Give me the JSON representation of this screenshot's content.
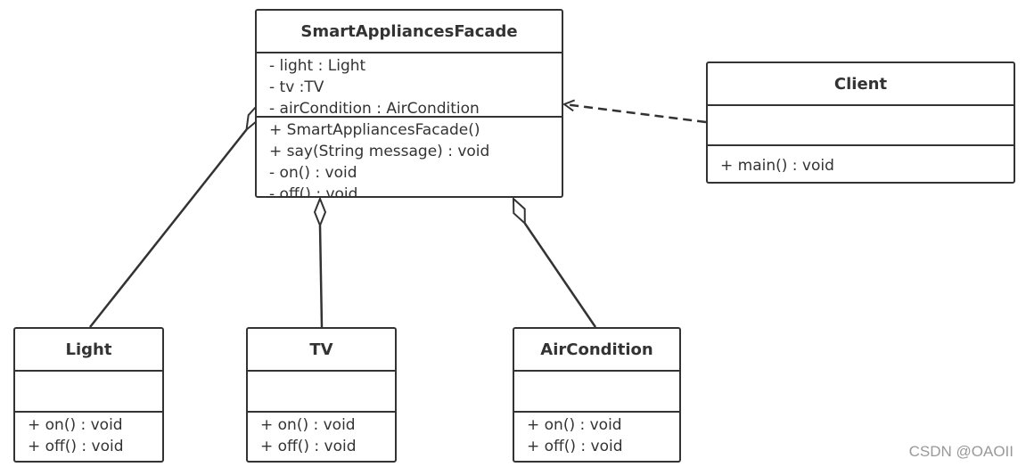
{
  "diagram": {
    "classes": [
      {
        "id": "facade",
        "name": "SmartAppliancesFacade",
        "attributes": [
          "- light : Light",
          "- tv :TV",
          "- airCondition : AirCondition"
        ],
        "methods": [
          "+ SmartAppliancesFacade()",
          "+ say(String message) : void",
          "- on() : void",
          "- off() : void"
        ]
      },
      {
        "id": "client",
        "name": "Client",
        "attributes": [],
        "methods": [
          "+ main() : void"
        ]
      },
      {
        "id": "light",
        "name": "Light",
        "attributes": [],
        "methods": [
          "+ on() : void",
          "+ off() : void"
        ]
      },
      {
        "id": "tv",
        "name": "TV",
        "attributes": [],
        "methods": [
          "+ on() : void",
          "+ off() : void"
        ]
      },
      {
        "id": "aircondition",
        "name": "AirCondition",
        "attributes": [],
        "methods": [
          "+ on() : void",
          "+ off() : void"
        ]
      }
    ],
    "relations": [
      {
        "type": "dependency",
        "from": "Client",
        "to": "SmartAppliancesFacade"
      },
      {
        "type": "aggregation",
        "whole": "SmartAppliancesFacade",
        "part": "Light"
      },
      {
        "type": "aggregation",
        "whole": "SmartAppliancesFacade",
        "part": "TV"
      },
      {
        "type": "aggregation",
        "whole": "SmartAppliancesFacade",
        "part": "AirCondition"
      }
    ],
    "line_color": "#333333"
  },
  "watermark": "CSDN @OAOII"
}
